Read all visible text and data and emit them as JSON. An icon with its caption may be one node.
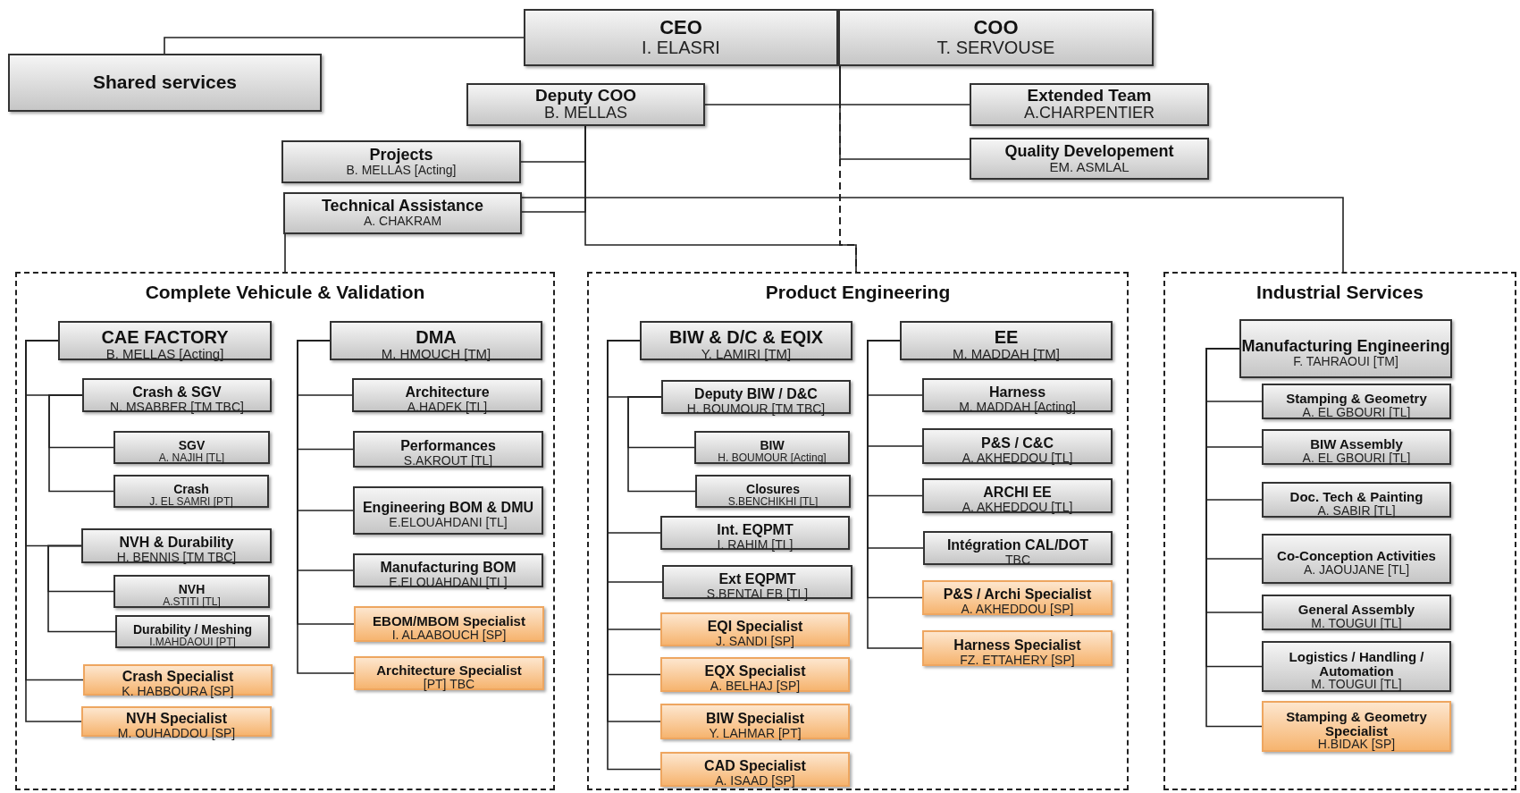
{
  "diagram": {
    "nodes": [
      {
        "text": [
          "CEO",
          "I. ELASRI"
        ]
      },
      {
        "text": [
          "COO",
          "T. SERVOUSE"
        ]
      },
      {
        "text": [
          "Shared services"
        ]
      },
      {
        "text": [
          "Deputy COO",
          "B. MELLAS"
        ]
      },
      {
        "text": [
          "Extended Team",
          "A.CHARPENTIER"
        ]
      },
      {
        "text": [
          "Quality Developement",
          "EM. ASMLAL"
        ]
      },
      {
        "text": [
          "Projects",
          "B. MELLAS [Acting]"
        ]
      },
      {
        "text": [
          "Technical Assistance",
          "A. CHAKRAM"
        ]
      },
      {
        "text": [
          "Complete Vehicule & Validation"
        ]
      },
      {
        "text": [
          "Product Engineering"
        ]
      },
      {
        "text": [
          "Industrial Services"
        ]
      },
      {
        "text": [
          "CAE FACTORY",
          "B. MELLAS [Acting]"
        ],
        "in": 8
      },
      {
        "text": [
          "Crash & SGV",
          "N. MSABBER [TM TBC]"
        ],
        "in": 8
      },
      {
        "text": [
          "SGV",
          "A. NAJIH [TL]"
        ],
        "in": 8
      },
      {
        "text": [
          "Crash",
          "J. EL SAMRI [PT]"
        ],
        "in": 8
      },
      {
        "text": [
          "NVH & Durability",
          "H. BENNIS [TM TBC]"
        ],
        "in": 8
      },
      {
        "text": [
          "NVH",
          "A.STITI [TL]"
        ],
        "in": 8
      },
      {
        "text": [
          "Durability / Meshing",
          "I.MAHDAOUI [PT]"
        ],
        "in": 8
      },
      {
        "text": [
          "Crash Specialist",
          "K. HABBOURA [SP]"
        ],
        "in": 8
      },
      {
        "text": [
          "NVH Specialist",
          "M. OUHADDOU [SP]"
        ],
        "in": 8
      },
      {
        "text": [
          "DMA",
          "M. HMOUCH [TM]"
        ],
        "in": 8
      },
      {
        "text": [
          "Architecture",
          "A.HADEK [TL]"
        ],
        "in": 8
      },
      {
        "text": [
          "Performances",
          "S.AKROUT [TL]"
        ],
        "in": 8
      },
      {
        "text": [
          "Engineering BOM & DMU",
          "E.ELOUAHDANI [TL]"
        ],
        "in": 8
      },
      {
        "text": [
          "Manufacturing BOM",
          "E.ELOUAHDANI [TL]"
        ],
        "in": 8
      },
      {
        "text": [
          "EBOM/MBOM Specialist",
          "I. ALAABOUCH [SP]"
        ],
        "in": 8
      },
      {
        "text": [
          "Architecture Specialist",
          "[PT] TBC"
        ],
        "in": 8
      },
      {
        "text": [
          "BIW & D/C & EQIX",
          "Y. LAMIRI [TM]"
        ],
        "in": 9
      },
      {
        "text": [
          "Deputy BIW / D&C",
          "H. BOUMOUR [TM TBC]"
        ],
        "in": 9
      },
      {
        "text": [
          "BIW",
          "H. BOUMOUR [Acting]"
        ],
        "in": 9
      },
      {
        "text": [
          "Closures",
          "S.BENCHIKHI [TL]"
        ],
        "in": 9
      },
      {
        "text": [
          "Int. EQPMT",
          "I. RAHIM [TL]"
        ],
        "in": 9
      },
      {
        "text": [
          "Ext EQPMT",
          "S.BENTALEB [TL]"
        ],
        "in": 9
      },
      {
        "text": [
          "EQI Specialist",
          "J. SANDI [SP]"
        ],
        "in": 9
      },
      {
        "text": [
          "EQX Specialist",
          "A. BELHAJ [SP]"
        ],
        "in": 9
      },
      {
        "text": [
          "BIW Specialist",
          "Y. LAHMAR [PT]"
        ],
        "in": 9
      },
      {
        "text": [
          "CAD Specialist",
          "A. ISAAD [SP]"
        ],
        "in": 9
      },
      {
        "text": [
          "EE",
          "M. MADDAH [TM]"
        ],
        "in": 9
      },
      {
        "text": [
          "Harness",
          "M. MADDAH [Acting]"
        ],
        "in": 9
      },
      {
        "text": [
          "P&S / C&C",
          "A. AKHEDDOU [TL]"
        ],
        "in": 9
      },
      {
        "text": [
          "ARCHI EE",
          "A. AKHEDDOU [TL]"
        ],
        "in": 9
      },
      {
        "text": [
          "Intégration CAL/DOT",
          "TBC"
        ],
        "in": 9
      },
      {
        "text": [
          "P&S / Archi Specialist",
          "A. AKHEDDOU [SP]"
        ],
        "in": 9
      },
      {
        "text": [
          "Harness Specialist",
          "FZ. ETTAHERY [SP]"
        ],
        "in": 9
      },
      {
        "text": [
          "Manufacturing Engineering",
          "F. TAHRAOUI [TM]"
        ],
        "in": 10
      },
      {
        "text": [
          "Stamping & Geometry",
          "A. EL GBOURI [TL]"
        ],
        "in": 10
      },
      {
        "text": [
          "BIW Assembly",
          "A. EL GBOURI [TL]"
        ],
        "in": 10
      },
      {
        "text": [
          "Doc. Tech & Painting",
          "A. SABIR [TL]"
        ],
        "in": 10
      },
      {
        "text": [
          "Co-Conception Activities",
          "A. JAOUJANE [TL]"
        ],
        "in": 10
      },
      {
        "text": [
          "General Assembly",
          "M. TOUGUI [TL]"
        ],
        "in": 10
      },
      {
        "text": [
          "Logistics / Handling / Automation",
          "M. TOUGUI [TL]"
        ],
        "in": 10
      },
      {
        "text": [
          "Stamping & Geometry Specialist",
          "H.BIDAK [SP]"
        ],
        "in": 10
      }
    ],
    "edges": [
      {
        "from": 0,
        "to": 2,
        "arrow": "none"
      },
      {
        "from": 1,
        "to": 3,
        "arrow": "none"
      },
      {
        "from": 1,
        "to": 4,
        "arrow": "none"
      },
      {
        "from": 1,
        "to": 5,
        "arrow": "none"
      },
      {
        "from": 1,
        "to": 9,
        "arrow": "none",
        "style": "dashed"
      },
      {
        "from": 3,
        "to": 6,
        "arrow": "none"
      },
      {
        "from": 3,
        "to": 7,
        "arrow": "none"
      },
      {
        "from": 3,
        "to": 9,
        "arrow": "none"
      },
      {
        "from": 7,
        "to": 8,
        "arrow": "none"
      },
      {
        "from": 7,
        "to": 10,
        "arrow": "none"
      },
      {
        "from": 11,
        "to": 12,
        "arrow": "none"
      },
      {
        "from": 12,
        "to": 13,
        "arrow": "none"
      },
      {
        "from": 12,
        "to": 14,
        "arrow": "none"
      },
      {
        "from": 11,
        "to": 15,
        "arrow": "none"
      },
      {
        "from": 15,
        "to": 16,
        "arrow": "none"
      },
      {
        "from": 15,
        "to": 17,
        "arrow": "none"
      },
      {
        "from": 11,
        "to": 18,
        "arrow": "none"
      },
      {
        "from": 11,
        "to": 19,
        "arrow": "none"
      },
      {
        "from": 20,
        "to": 21,
        "arrow": "none"
      },
      {
        "from": 20,
        "to": 22,
        "arrow": "none"
      },
      {
        "from": 20,
        "to": 23,
        "arrow": "none"
      },
      {
        "from": 20,
        "to": 24,
        "arrow": "none"
      },
      {
        "from": 20,
        "to": 25,
        "arrow": "none"
      },
      {
        "from": 20,
        "to": 26,
        "arrow": "none"
      },
      {
        "from": 27,
        "to": 28,
        "arrow": "none"
      },
      {
        "from": 28,
        "to": 29,
        "arrow": "none"
      },
      {
        "from": 28,
        "to": 30,
        "arrow": "none"
      },
      {
        "from": 27,
        "to": 31,
        "arrow": "none"
      },
      {
        "from": 27,
        "to": 32,
        "arrow": "none"
      },
      {
        "from": 27,
        "to": 33,
        "arrow": "none"
      },
      {
        "from": 27,
        "to": 34,
        "arrow": "none"
      },
      {
        "from": 27,
        "to": 35,
        "arrow": "none"
      },
      {
        "from": 27,
        "to": 36,
        "arrow": "none"
      },
      {
        "from": 37,
        "to": 38,
        "arrow": "none"
      },
      {
        "from": 37,
        "to": 39,
        "arrow": "none"
      },
      {
        "from": 37,
        "to": 40,
        "arrow": "none"
      },
      {
        "from": 37,
        "to": 41,
        "arrow": "none"
      },
      {
        "from": 37,
        "to": 42,
        "arrow": "none"
      },
      {
        "from": 37,
        "to": 43,
        "arrow": "none"
      },
      {
        "from": 44,
        "to": 45,
        "arrow": "none"
      },
      {
        "from": 44,
        "to": 46,
        "arrow": "none"
      },
      {
        "from": 44,
        "to": 47,
        "arrow": "none"
      },
      {
        "from": 44,
        "to": 48,
        "arrow": "none"
      },
      {
        "from": 44,
        "to": 49,
        "arrow": "none"
      },
      {
        "from": 44,
        "to": 50,
        "arrow": "none"
      },
      {
        "from": 44,
        "to": 51,
        "arrow": "none"
      }
    ]
  }
}
